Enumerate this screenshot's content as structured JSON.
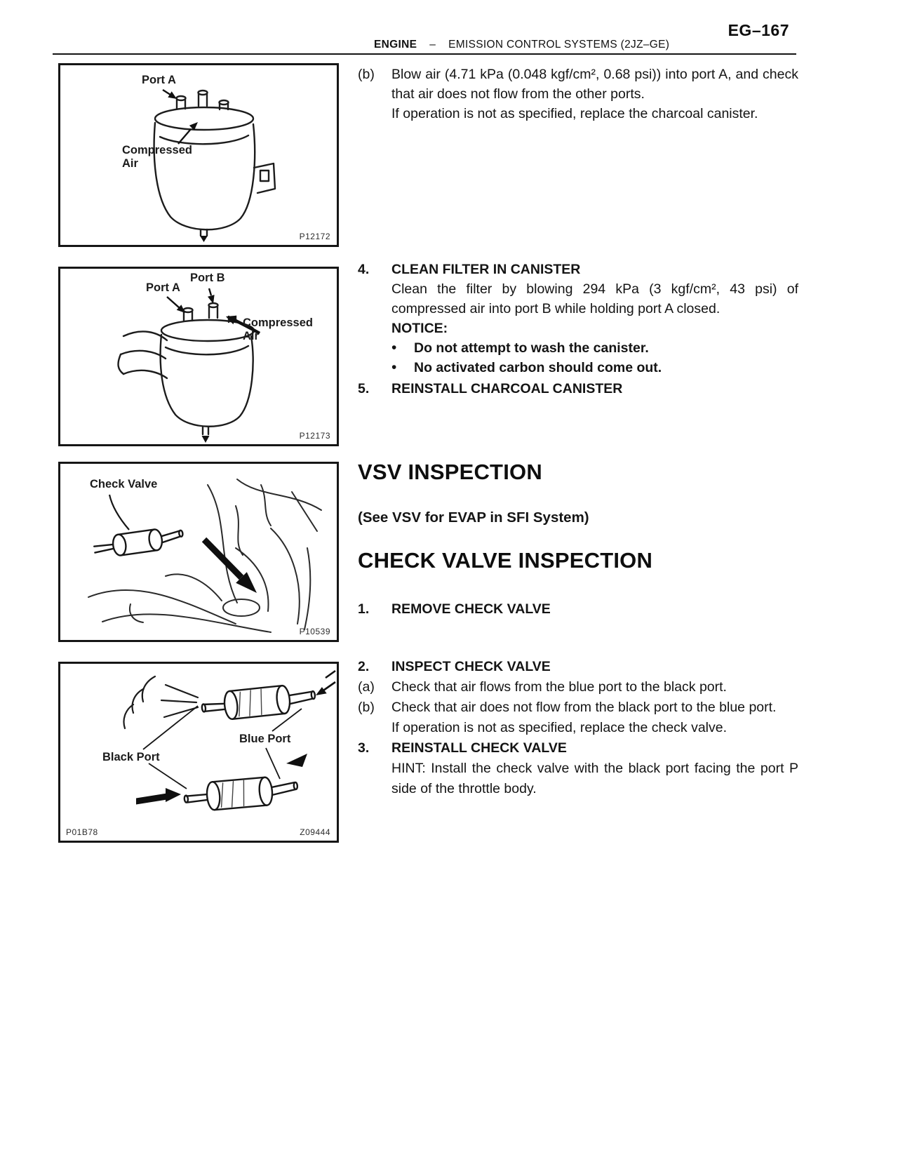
{
  "page": {
    "number": "EG–167",
    "section": "ENGINE",
    "separator": "–",
    "title": "EMISSION CONTROL SYSTEMS (2JZ–GE)"
  },
  "figures": [
    {
      "labels": [
        "Port A",
        "Compressed\nAir"
      ],
      "code_bottom_right": "P12172"
    },
    {
      "labels": [
        "Port A",
        "Port B",
        "Compressed\nAir"
      ],
      "code_bottom_right": "P12173"
    },
    {
      "labels": [
        "Check Valve"
      ],
      "code_bottom_right": "P10539"
    },
    {
      "labels": [
        "Blue Port",
        "Black Port"
      ],
      "code_bottom_left": "P01B78",
      "code_bottom_right": "Z09444"
    }
  ],
  "content": {
    "bullet_char": "•",
    "step_b": {
      "marker": "(b)",
      "text": "Blow air (4.71 kPa (0.048 kgf/cm², 0.68 psi)) into port A, and check that air does not flow from the other ports.",
      "note": "If operation is not as specified, replace the charcoal canister."
    },
    "step4": {
      "number": "4.",
      "title": "CLEAN FILTER IN CANISTER",
      "body": "Clean the filter by blowing 294 kPa (3 kgf/cm², 43 psi) of compressed air into port B while holding port A closed.",
      "notice_label": "NOTICE:",
      "bullets": [
        "Do not attempt to wash the canister.",
        "No activated carbon should come out."
      ]
    },
    "step5": {
      "number": "5.",
      "title": "REINSTALL CHARCOAL CANISTER"
    },
    "vsv": {
      "heading": "VSV INSPECTION",
      "subnote": "(See VSV for EVAP in SFI System)"
    },
    "check_valve_heading": "CHECK VALVE INSPECTION",
    "step1": {
      "number": "1.",
      "title": "REMOVE CHECK VALVE"
    },
    "step2": {
      "number": "2.",
      "title": "INSPECT CHECK VALVE",
      "a_marker": "(a)",
      "a_text": "Check that air flows from the blue port to the black port.",
      "b_marker": "(b)",
      "b_text": "Check that air does not flow from the black port to the blue port.",
      "note": "If operation is not as specified, replace the check valve."
    },
    "step3": {
      "number": "3.",
      "title": "REINSTALL CHECK VALVE",
      "hint": "HINT: Install the check valve with the black port facing the port P side of the throttle body."
    }
  }
}
